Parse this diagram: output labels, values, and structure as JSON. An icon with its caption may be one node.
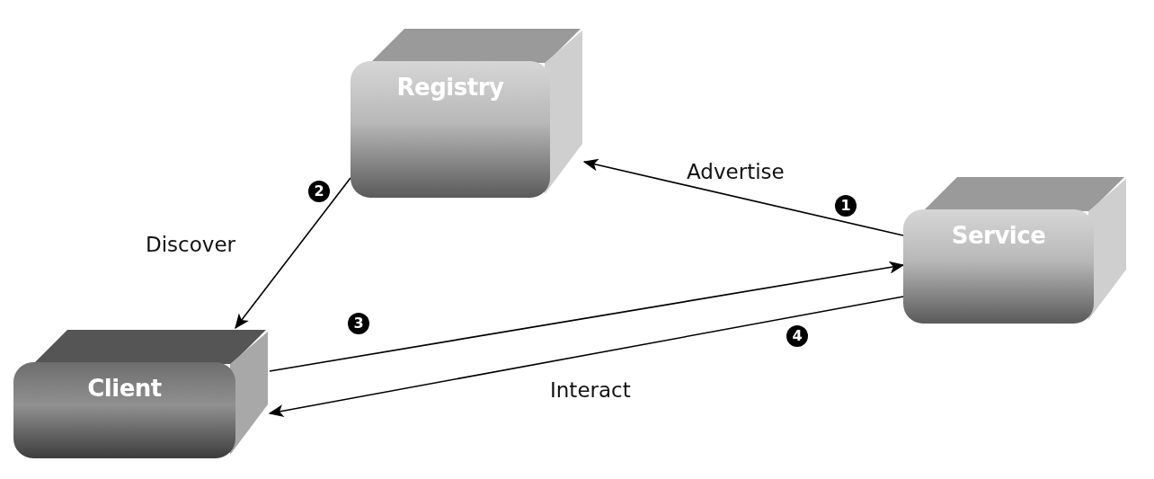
{
  "diagram": {
    "nodes": [
      {
        "text": [
          "Registry"
        ]
      },
      {
        "text": [
          "Service"
        ]
      },
      {
        "text": [
          "Client"
        ]
      }
    ],
    "edges": [
      {
        "from": 1,
        "to": 0,
        "arrow": "to",
        "label": "Advertise"
      },
      {
        "from": 0,
        "to": 2,
        "arrow": "to",
        "label": "Discover"
      },
      {
        "from": 2,
        "to": 1,
        "arrow": "to"
      },
      {
        "from": 1,
        "to": 2,
        "arrow": "to",
        "label": "Interact"
      }
    ],
    "labels": [
      "2",
      "1",
      "3",
      "4"
    ]
  }
}
